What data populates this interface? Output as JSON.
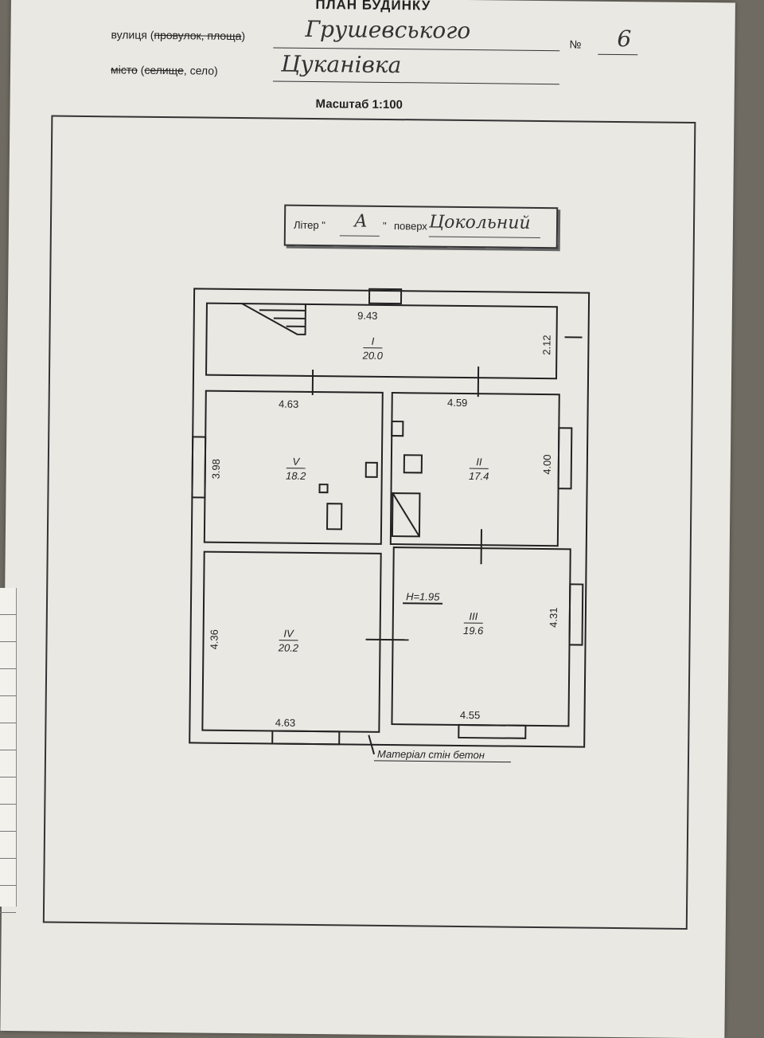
{
  "header": {
    "title": "ПЛАН БУДИНКУ",
    "street_label_plain": "вулиця (",
    "street_label_struck": "провулок, площа",
    "street_label_end": ")",
    "street_value": "Грушевського",
    "number_label": "№",
    "number_value": "6",
    "city_label_struck": "місто",
    "city_label_plain": " (",
    "city_label_struck2": "селище",
    "city_label_end": ", село)",
    "city_value": "Цуканівка",
    "scale": "Масштаб 1:100"
  },
  "liter": {
    "label": "Літер \"",
    "value": "А",
    "close": "\"",
    "floor_label": "поверх",
    "floor_value": "Цокольний"
  },
  "plan": {
    "rooms": [
      {
        "id": "I",
        "area": "20.0"
      },
      {
        "id": "II",
        "area": "17.4"
      },
      {
        "id": "III",
        "area": "19.6"
      },
      {
        "id": "IV",
        "area": "20.2"
      },
      {
        "id": "V",
        "area": "18.2"
      }
    ],
    "dimensions": {
      "top_width": "9.43",
      "top_right": "2.12",
      "room5_width": "4.63",
      "room2_width": "4.59",
      "room5_height": "3.98",
      "room2_height": "4.00",
      "room4_height": "4.36",
      "room3_height": "4.31",
      "room4_width": "4.63",
      "room3_width": "4.55"
    },
    "height_note": "H=1.95",
    "material_note": "Матеріал стін бетон"
  },
  "colors": {
    "paper": "#e9e8e3",
    "ink": "#222222"
  }
}
